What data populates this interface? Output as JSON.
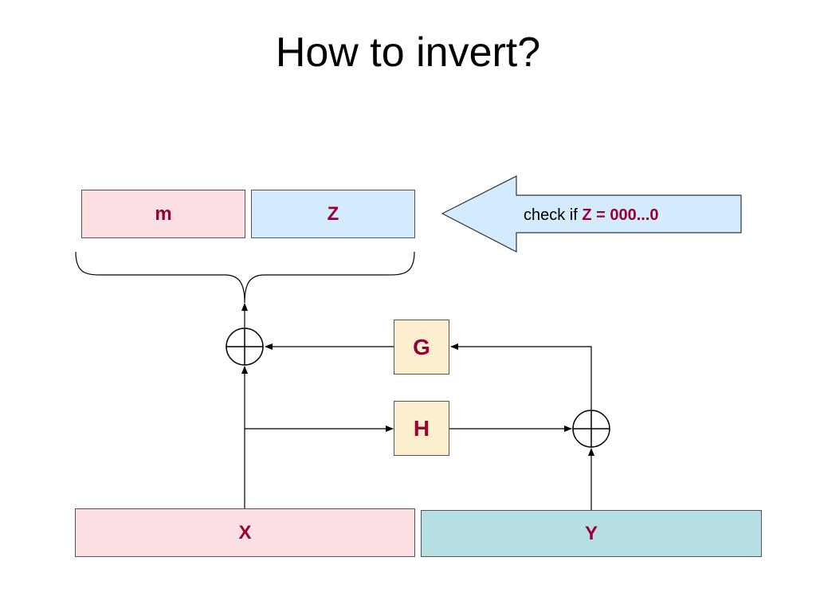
{
  "title": "How to invert?",
  "colors": {
    "label": "#990033",
    "pink_fill": "#fde0e3",
    "blue_fill": "#d3ebfd",
    "teal_fill": "#b6dfe3",
    "func_fill": "#fcefcf",
    "arrow_fill": "#d3ebfd",
    "line": "#000000"
  },
  "blocks": {
    "m": "m",
    "z": "Z",
    "x": "X",
    "y": "Y",
    "g": "G",
    "h": "H"
  },
  "check_arrow": {
    "prefix": "check if",
    "condition": "Z = 000...0"
  },
  "xor_symbols": [
    "xor-left",
    "xor-right"
  ]
}
